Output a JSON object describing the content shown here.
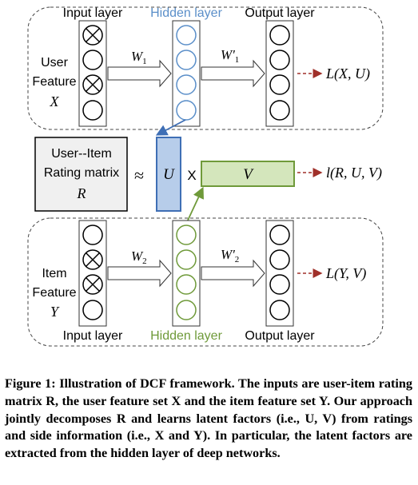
{
  "figure": {
    "user_network": {
      "input_layer_label": "Input layer",
      "hidden_layer_label": "Hidden layer",
      "output_layer_label": "Output layer",
      "feature_label_line1": "User",
      "feature_label_line2": "Feature",
      "feature_symbol": "X",
      "weight_in": "W",
      "weight_in_sub": "1",
      "weight_out": "W'",
      "weight_out_sub": "1",
      "loss": "L(X, U)",
      "hidden_color": "#5b8fc9"
    },
    "matrix": {
      "label_line1": "User--Item",
      "label_line2": "Rating matrix",
      "symbol": "R",
      "approx": "≈",
      "u_symbol": "U",
      "times": "X",
      "v_symbol": "V",
      "loss": "l(R, U, V)",
      "u_fill": "#b7cdea",
      "u_stroke": "#3f6fb5",
      "v_fill": "#d4e6bc",
      "v_stroke": "#6f9a3a"
    },
    "item_network": {
      "input_layer_label": "Input layer",
      "hidden_layer_label": "Hidden layer",
      "output_layer_label": "Output layer",
      "feature_label_line1": "Item",
      "feature_label_line2": "Feature",
      "feature_symbol": "Y",
      "weight_in": "W",
      "weight_in_sub": "2",
      "weight_out": "W'",
      "weight_out_sub": "2",
      "loss": "L(Y, V)",
      "hidden_color": "#6f9a3a"
    },
    "loss_arrow_color": "#a0302a"
  },
  "caption": {
    "label": "Figure 1: ",
    "text": "Illustration of DCF framework. The inputs are user-item rating matrix R, the user feature set X and the item feature set Y. Our approach jointly decomposes R and learns latent factors (i.e., U, V) from ratings and side information (i.e., X and Y). In particular, the latent factors are extracted from the hidden layer of deep networks."
  }
}
